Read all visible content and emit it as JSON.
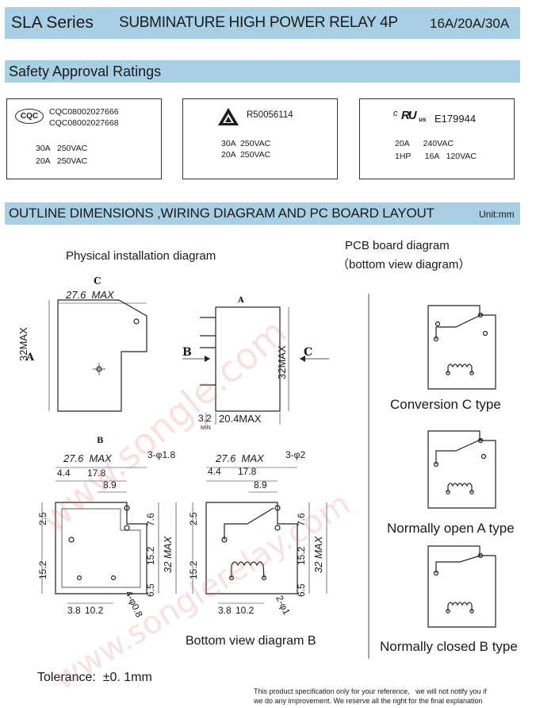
{
  "header": {
    "series": "SLA Series",
    "title": "SUBMINATURE HIGH POWER RELAY 4P",
    "currents": "16A/20A/30A"
  },
  "safety": {
    "section_title": "Safety Approval Ratings",
    "cqc": {
      "logo": "CQC",
      "cert1": "CQC08002027666",
      "cert2": "CQC08002027668",
      "rating1": "30A   250VAC",
      "rating2": "20A   250VAC"
    },
    "tuv": {
      "cert": "R50056114",
      "rating1": "30A  250VAC",
      "rating2": "20A  250VAC"
    },
    "ul": {
      "logo_c": "c",
      "logo_us": "us",
      "cert": "E179944",
      "rating1": "20A      240VAC",
      "rating2": "1HP      16A   120VAC"
    }
  },
  "outline": {
    "section_title": "OUTLINE DIMENSIONS ,WIRING DIAGRAM AND PC BOARD LAYOUT",
    "unit": "Unit:mm"
  },
  "diagrams": {
    "physical_title": "Physical installation diagram",
    "pcb_title": "PCB board diagram",
    "pcb_subtitle": "（bottom view diagram）",
    "bottom_view_title": "Bottom view diagram B",
    "tolerance": "Tolerance:  ±0. 1mm",
    "types": [
      "Conversion C type",
      "Normally open A type",
      "Normally closed B type"
    ],
    "dims": {
      "c_label": "C",
      "a_label": "A",
      "b_label": "B",
      "w_max": "27.6  MAX",
      "h_max": "32MAX",
      "depth_max": "20.4MAX",
      "pin_len": "3.2",
      "min": "MIN",
      "d_4_4": "4.4",
      "d_17_8": "17.8",
      "d_8_9": "8.9",
      "holes_b1": "3-φ1.8",
      "holes_b2": "3-φ2",
      "d_2_5": "2.5",
      "d_15_2": "15.2",
      "d_7_6": "7.6",
      "d_6_5": "6.5",
      "d_32max": "32 MAX",
      "d_3_8": "3.8",
      "d_10_2": "10.2",
      "pin_b1": "4-φ0.8",
      "pin_b2": "2-φ1"
    }
  },
  "watermark": {
    "text1": "www.songle.com",
    "text2": "www.songlerelay.com"
  },
  "footer": {
    "line1": "This product specification only for your reference,   we will not notify you if",
    "line2": "we do any improvement. We reserve all the right for the final explanation"
  }
}
